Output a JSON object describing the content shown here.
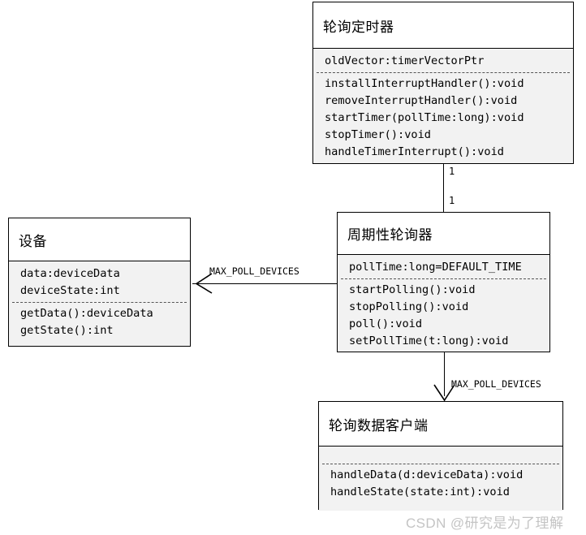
{
  "diagram": {
    "type": "uml-class-diagram",
    "background": "#ffffff",
    "line_color": "#000000",
    "header_fill": "#ffffff",
    "body_fill": "#f2f2f2",
    "classes": [
      {
        "id": "polling-timer",
        "name": "轮询定时器",
        "attributes": [
          "oldVector:timerVectorPtr"
        ],
        "operations": [
          "installInterruptHandler():void",
          "removeInterruptHandler():void",
          "startTimer(pollTime:long):void",
          "stopTimer():void",
          "handleTimerInterrupt():void"
        ]
      },
      {
        "id": "periodic-poller",
        "name": "周期性轮询器",
        "attributes": [
          "pollTime:long=DEFAULT_TIME"
        ],
        "operations": [
          "startPolling():void",
          "stopPolling():void",
          "poll():void",
          "setPollTime(t:long):void"
        ]
      },
      {
        "id": "device",
        "name": "设备",
        "attributes": [
          "data:deviceData",
          "deviceState:int"
        ],
        "operations": [
          "getData():deviceData",
          "getState():int"
        ]
      },
      {
        "id": "poll-data-client",
        "name": "轮询数据客户端",
        "attributes": [],
        "operations": [
          "handleData(d:deviceData):void",
          "handleState(state:int):void"
        ]
      }
    ],
    "associations": [
      {
        "id": "timer-to-poller",
        "from": "polling-timer",
        "to": "periodic-poller",
        "source_multiplicity": "1",
        "target_multiplicity": "1",
        "label": ""
      },
      {
        "id": "poller-to-device",
        "from": "periodic-poller",
        "to": "device",
        "label": "MAX_POLL_DEVICES"
      },
      {
        "id": "poller-to-client",
        "from": "periodic-poller",
        "to": "poll-data-client",
        "label": "MAX_POLL_DEVICES"
      }
    ]
  },
  "watermark": {
    "text": "CSDN @研究是为了理解"
  }
}
